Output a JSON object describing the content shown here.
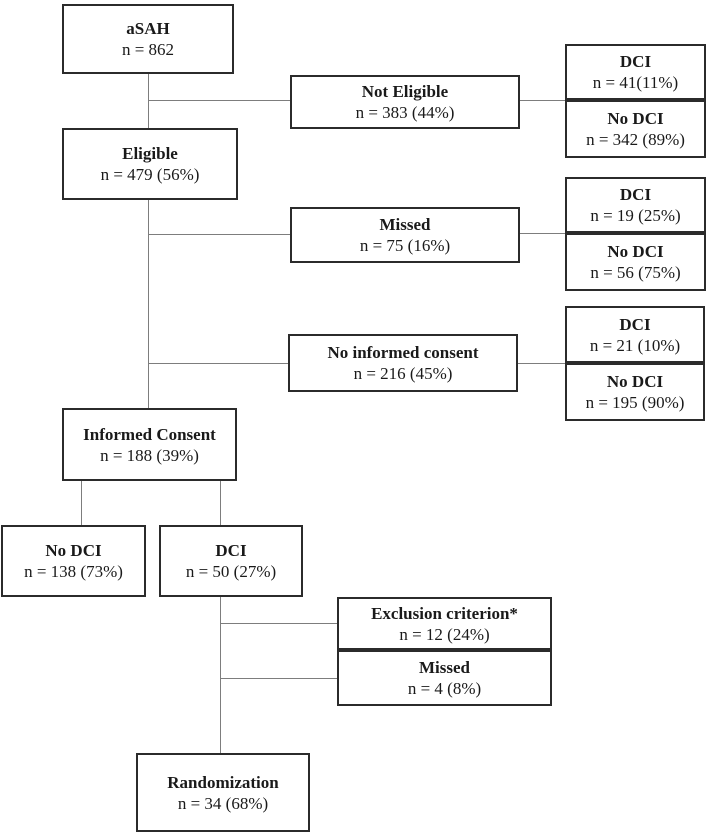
{
  "colors": {
    "box_border": "#2b2b2b",
    "connector": "#7d7d7d",
    "background": "#ffffff",
    "text": "#1a1a1a"
  },
  "diagram": {
    "type": "patient-flow-chart",
    "boxes": [
      {
        "id": "asah",
        "label": "aSAH",
        "value": "n = 862"
      },
      {
        "id": "not-eligible",
        "label": "Not Eligible",
        "value": "n = 383 (44%)"
      },
      {
        "id": "ne-dci",
        "label": "DCI",
        "value": "n = 41(11%)"
      },
      {
        "id": "ne-no-dci",
        "label": "No DCI",
        "value": "n = 342 (89%)"
      },
      {
        "id": "eligible",
        "label": "Eligible",
        "value": "n = 479 (56%)"
      },
      {
        "id": "missed",
        "label": "Missed",
        "value": "n = 75 (16%)"
      },
      {
        "id": "missed-dci",
        "label": "DCI",
        "value": "n = 19 (25%)"
      },
      {
        "id": "missed-no-dci",
        "label": "No DCI",
        "value": "n = 56 (75%)"
      },
      {
        "id": "no-consent",
        "label": "No informed consent",
        "value": "n = 216 (45%)"
      },
      {
        "id": "nc-dci",
        "label": "DCI",
        "value": "n = 21 (10%)"
      },
      {
        "id": "nc-no-dci",
        "label": "No DCI",
        "value": "n = 195 (90%)"
      },
      {
        "id": "informed-consent",
        "label": "Informed Consent",
        "value": "n = 188 (39%)"
      },
      {
        "id": "ic-no-dci",
        "label": "No DCI",
        "value": "n = 138 (73%)"
      },
      {
        "id": "ic-dci",
        "label": "DCI",
        "value": "n = 50 (27%)"
      },
      {
        "id": "exclusion",
        "label": "Exclusion criterion*",
        "value": "n = 12 (24%)"
      },
      {
        "id": "missed-2",
        "label": "Missed",
        "value": "n = 4 (8%)"
      },
      {
        "id": "randomization",
        "label": "Randomization",
        "value": "n = 34 (68%)"
      }
    ]
  }
}
